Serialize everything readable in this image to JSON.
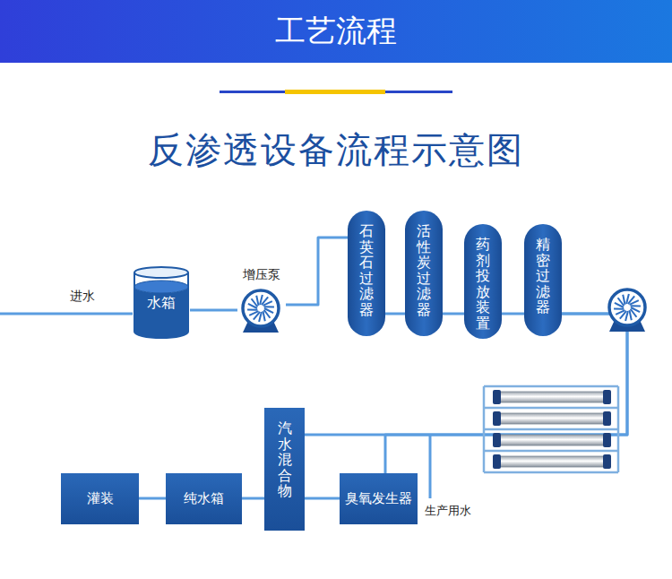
{
  "diagram": {
    "title": "反渗透设备流程示意图",
    "nodes": [
      {
        "text": [
          "水箱"
        ]
      },
      {
        "text": [
          "增压泵"
        ]
      },
      {
        "text": [
          "石英石过滤器"
        ]
      },
      {
        "text": [
          "活性炭过滤器"
        ]
      },
      {
        "text": [
          "药剂投放装置"
        ]
      },
      {
        "text": [
          "精密过滤器"
        ]
      },
      {
        "text": [
          "汽水混合物"
        ]
      },
      {
        "text": [
          "灌装"
        ]
      },
      {
        "text": [
          "纯水箱"
        ]
      },
      {
        "text": [
          "臭氧发生器"
        ]
      }
    ],
    "edges": [
      {
        "from": 0,
        "to": 1,
        "arrow": "none"
      },
      {
        "from": 1,
        "to": 2,
        "arrow": "none"
      },
      {
        "from": 2,
        "to": 3,
        "arrow": "none"
      },
      {
        "from": 3,
        "to": 4,
        "arrow": "none"
      },
      {
        "from": 4,
        "to": 5,
        "arrow": "none"
      },
      {
        "from": 5,
        "to": 9,
        "arrow": "none"
      },
      {
        "from": 5,
        "to": 6,
        "arrow": "none"
      },
      {
        "from": 9,
        "to": 6,
        "arrow": "none"
      },
      {
        "from": 6,
        "to": 8,
        "arrow": "none"
      },
      {
        "from": 8,
        "to": 7,
        "arrow": "none"
      }
    ],
    "labels": [
      "工艺流程",
      "进水",
      "生产用水"
    ]
  }
}
